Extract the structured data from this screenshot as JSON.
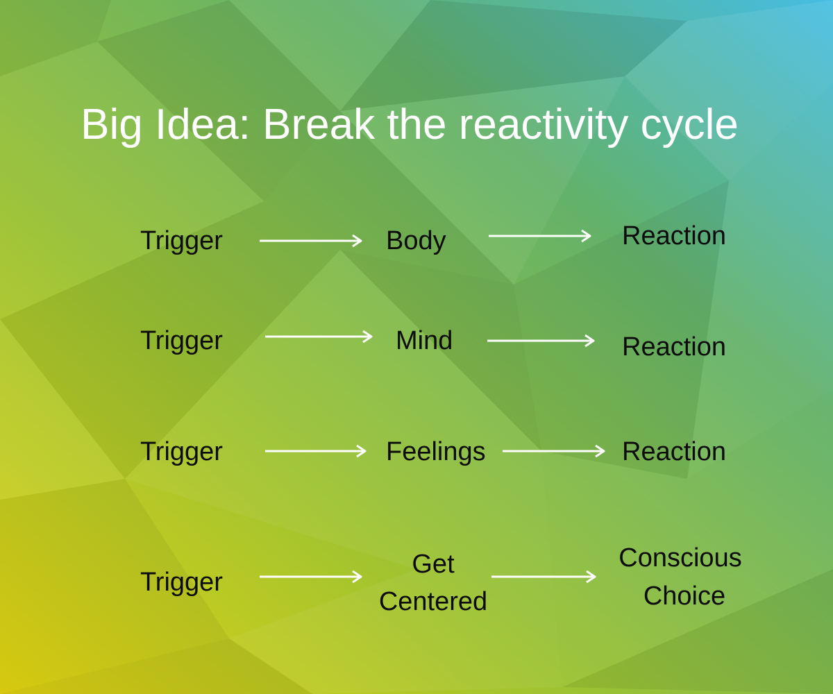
{
  "title": "Big Idea: Break the reactivity cycle",
  "colors": {
    "text": "#0c0c0c",
    "title": "#ffffff",
    "arrow": "#ffffff",
    "background_gradient": [
      "#e3d411",
      "#9cc232",
      "#6cb258",
      "#48b6d8"
    ]
  },
  "rows": [
    {
      "start": "Trigger",
      "middle": "Body",
      "end": "Reaction"
    },
    {
      "start": "Trigger",
      "middle": "Mind",
      "end": "Reaction"
    },
    {
      "start": "Trigger",
      "middle": "Feelings",
      "end": "Reaction"
    },
    {
      "start": "Trigger",
      "middle_lines": [
        "Get",
        "Centered"
      ],
      "end_lines": [
        "Conscious",
        "Choice"
      ]
    }
  ]
}
